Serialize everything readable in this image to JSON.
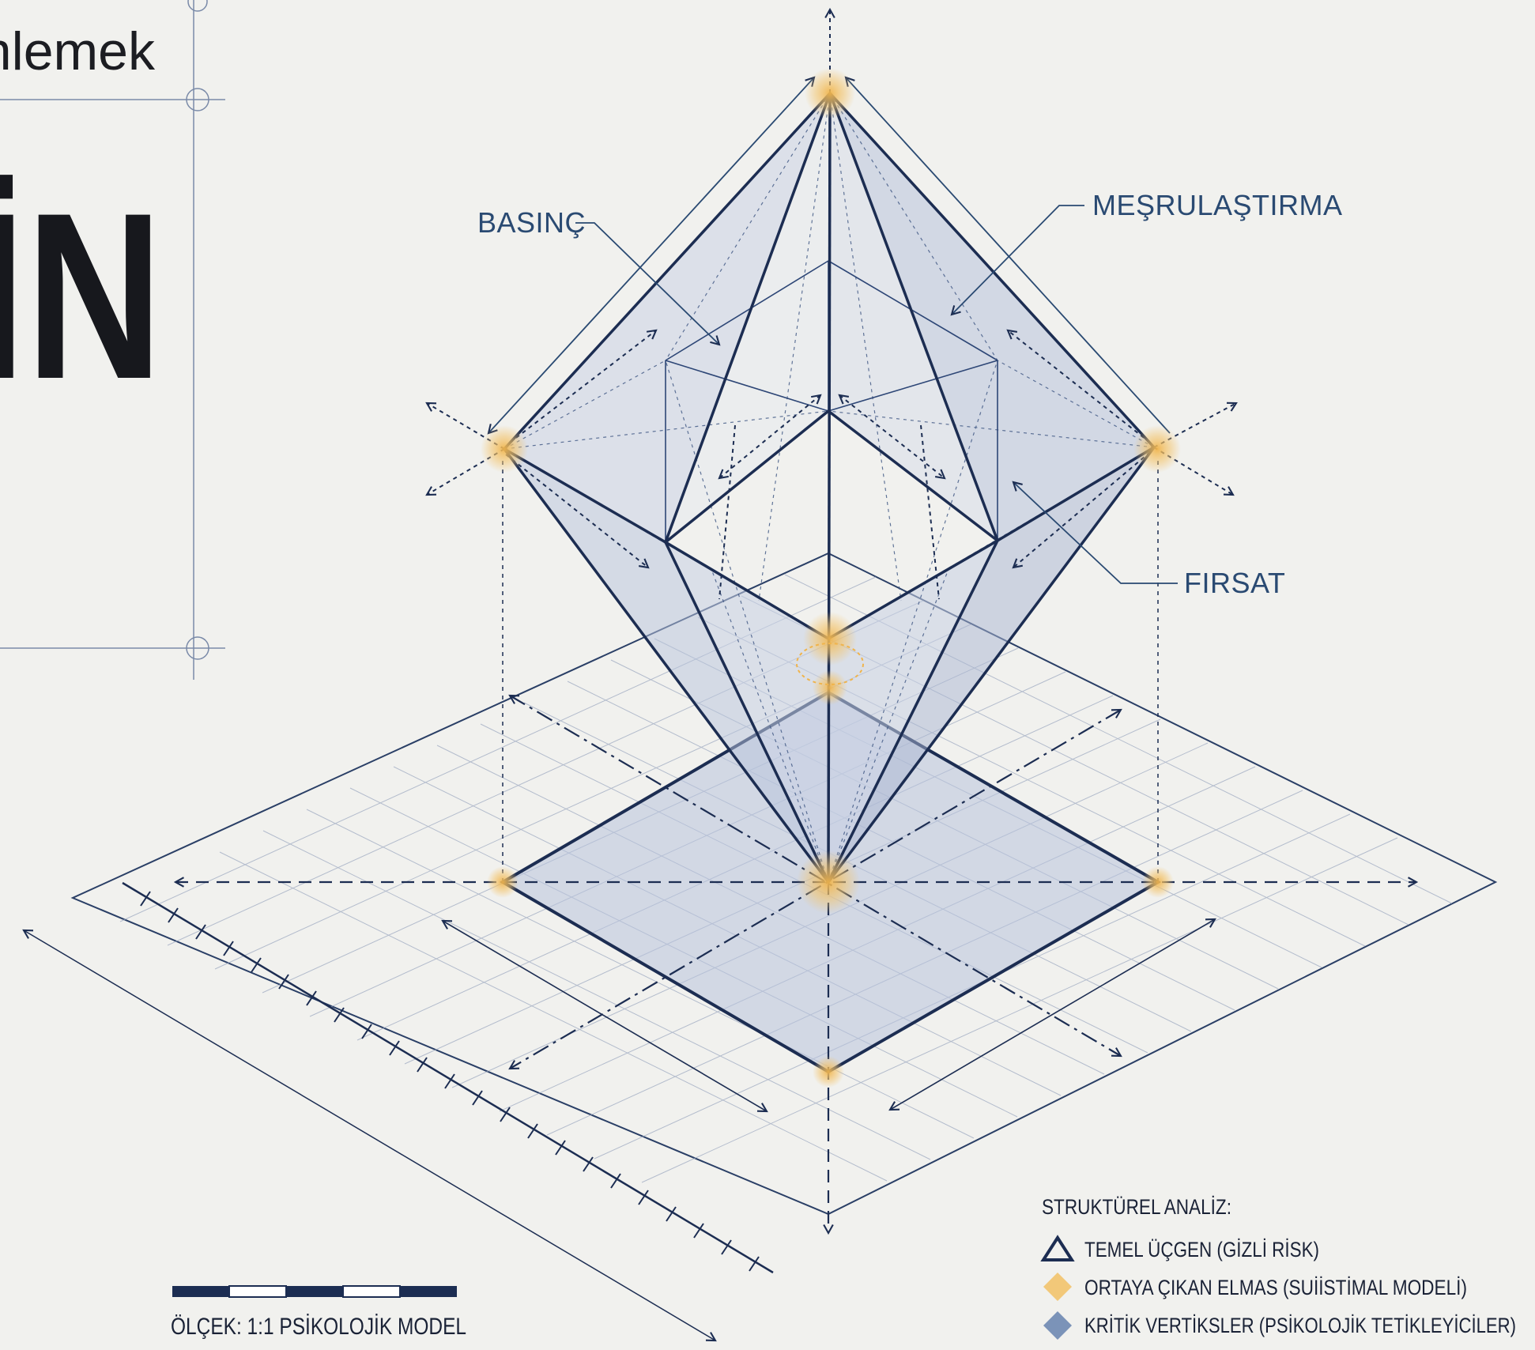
{
  "header": {
    "subtitle_fragment": "nlemek",
    "title_fragment": "İN"
  },
  "labels": {
    "pressure": "BASINÇ",
    "rationalization": "MEŞRULAŞTIRMA",
    "opportunity": "FIRSAT"
  },
  "legend": {
    "heading": "STRUKTÜREL ANALİZ:",
    "items": [
      {
        "label": "TEMEL ÜÇGEN (GİZLİ RİSK)",
        "icon": "triangle-outline-icon",
        "color": "#1c2d52"
      },
      {
        "label": "ORTAYA ÇIKAN ELMAS (SUİİSTİMAL MODELİ)",
        "icon": "diamond-orange-icon",
        "color": "#f2c879"
      },
      {
        "label": "KRİTİK VERTİKSLER (PSİKOLOJİK TETİKLEYİCİLER)",
        "icon": "diamond-blue-icon",
        "color": "#7b93b8"
      }
    ]
  },
  "scale": {
    "label": "ÖLÇEK: 1:1 PSİKOLOJİK MODEL"
  },
  "colors": {
    "line": "#1c2d52",
    "accent": "#f0b44c",
    "fill": "#b8c3dc",
    "background": "#f1f1ee"
  }
}
